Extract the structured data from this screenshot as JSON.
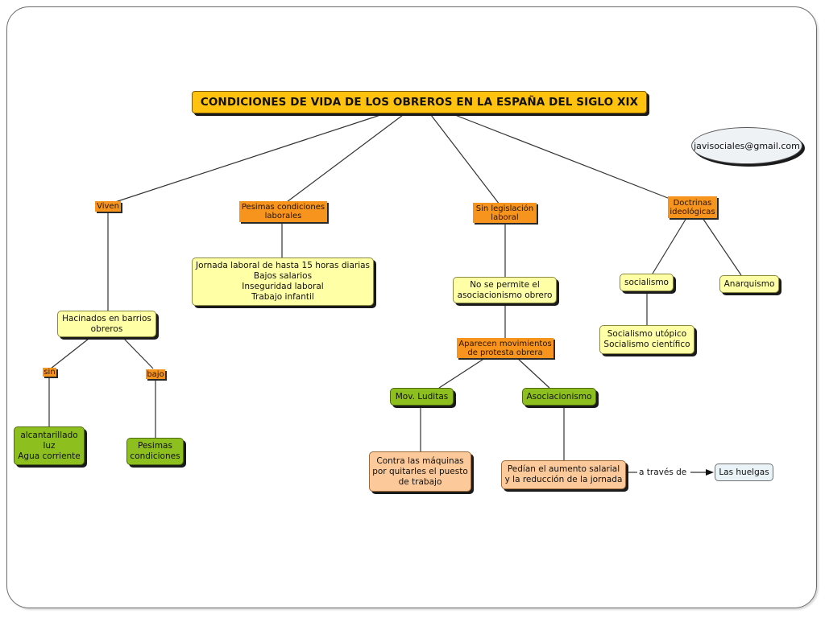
{
  "title": "CONDICIONES DE VIDA DE LOS OBREROS EN LA ESPAÑA DEL SIGLO XIX",
  "email": "javisociales@gmail.com",
  "nodes": {
    "viven": "Viven",
    "pesimas_condiciones": "Pesimas condiciones\nlaborales",
    "sin_legislacion": "Sin legislación\nlaboral",
    "doctrinas": "Doctrinas\nideológicas",
    "jornada": "Jornada laboral de hasta 15 horas diarias\nBajos salarios\nInseguridad laboral\nTrabajo infantil",
    "hacinados": "Hacinados en barrios\nobreros",
    "sin": "sin",
    "bajo": "bajo",
    "alcantarillado": "alcantarillado\nluz\nAgua corriente",
    "pesimas_cond": "Pesimas\ncondiciones",
    "no_se_permite": "No se permite el\nasociacionismo obrero",
    "aparecen": "Aparecen movimientos\nde protesta obrera",
    "mov_luditas": "Mov. Luditas",
    "asociacionismo": "Asociacionismo",
    "contra_maquinas": "Contra las máquinas\npor quitarles el puesto\nde trabajo",
    "pedian": "Pedían el aumento salarial\ny la reducción de la jornada",
    "a_traves_de": "a través de",
    "las_huelgas": "Las huelgas",
    "socialismo": "socialismo",
    "anarquismo": "Anarquismo",
    "socialismo_tipos": "Socialismo utópico\nSocialismo científico"
  },
  "colors": {
    "title_fill": "#ffc20e",
    "label_fill": "#f7941d",
    "yellow_fill": "#ffffa6",
    "green_fill": "#8dbf1e",
    "salmon_fill": "#fcc99a",
    "blue_fill": "#eaf3f7"
  }
}
